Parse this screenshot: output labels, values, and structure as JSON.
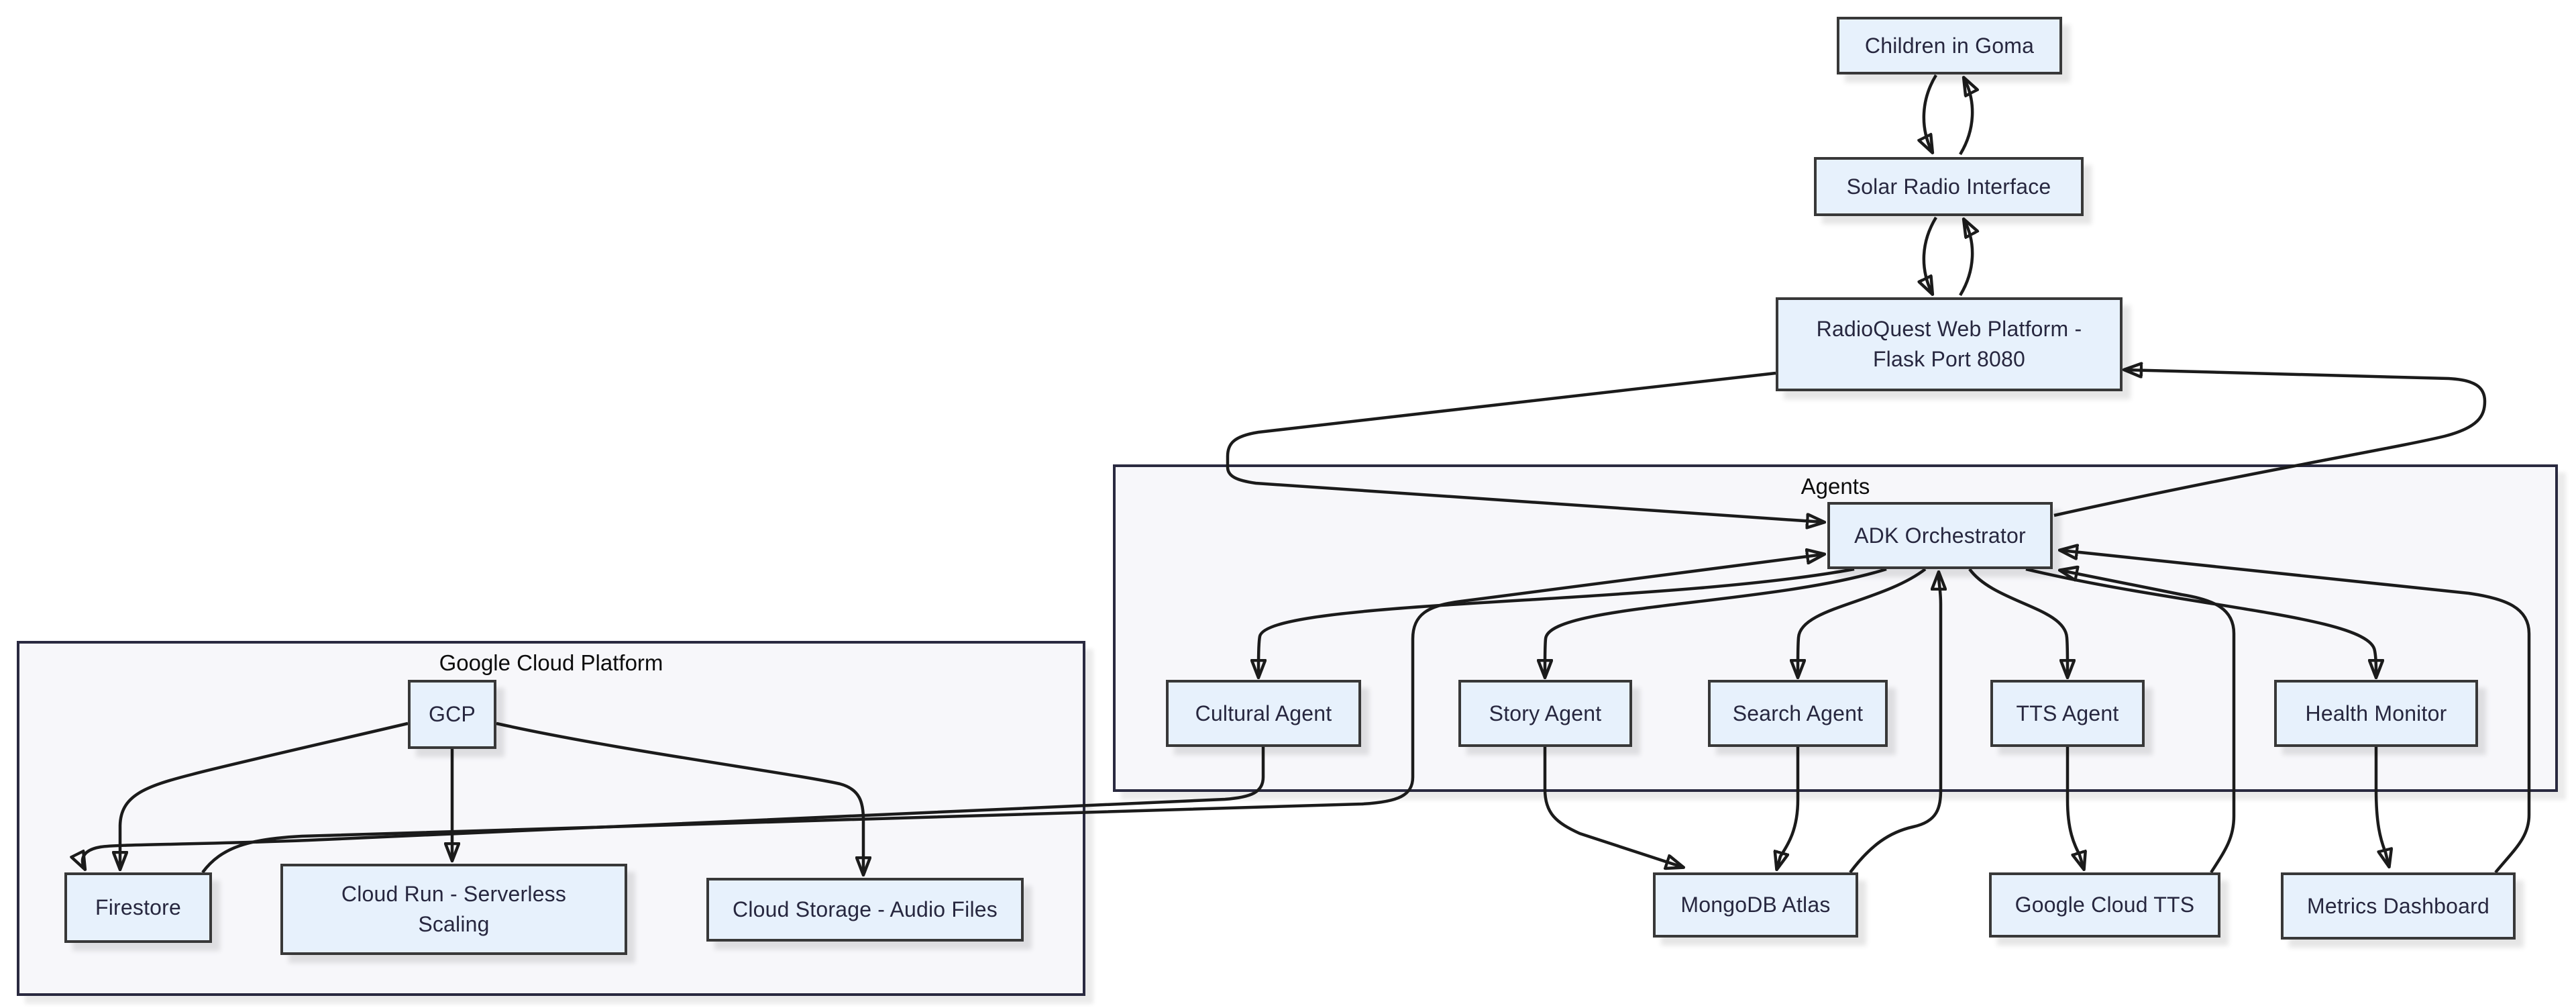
{
  "diagram_type": "flowchart",
  "containers": {
    "agents": {
      "label": "Agents"
    },
    "gcp_platform": {
      "label": "Google Cloud Platform"
    }
  },
  "nodes": {
    "children": {
      "label": "Children in Goma"
    },
    "solar": {
      "label": "Solar Radio Interface"
    },
    "web": {
      "line1": "RadioQuest Web Platform -",
      "line2": "Flask Port 8080"
    },
    "adk": {
      "label": "ADK Orchestrator"
    },
    "cultural": {
      "label": "Cultural Agent"
    },
    "story": {
      "label": "Story Agent"
    },
    "search": {
      "label": "Search Agent"
    },
    "tts": {
      "label": "TTS Agent"
    },
    "health": {
      "label": "Health Monitor"
    },
    "gcp": {
      "label": "GCP"
    },
    "firestore": {
      "label": "Firestore"
    },
    "cloudrun": {
      "line1": "Cloud Run - Serverless",
      "line2": "Scaling"
    },
    "cloudstorage": {
      "label": "Cloud Storage - Audio Files"
    },
    "mongodb": {
      "label": "MongoDB Atlas"
    },
    "gctts": {
      "label": "Google Cloud TTS"
    },
    "metrics": {
      "label": "Metrics Dashboard"
    }
  },
  "edges": [
    {
      "from": "Children in Goma",
      "to": "Solar Radio Interface"
    },
    {
      "from": "Solar Radio Interface",
      "to": "Children in Goma"
    },
    {
      "from": "Solar Radio Interface",
      "to": "RadioQuest Web Platform - Flask Port 8080"
    },
    {
      "from": "RadioQuest Web Platform - Flask Port 8080",
      "to": "Solar Radio Interface"
    },
    {
      "from": "RadioQuest Web Platform - Flask Port 8080",
      "to": "ADK Orchestrator"
    },
    {
      "from": "ADK Orchestrator",
      "to": "RadioQuest Web Platform - Flask Port 8080"
    },
    {
      "from": "ADK Orchestrator",
      "to": "Cultural Agent"
    },
    {
      "from": "ADK Orchestrator",
      "to": "Story Agent"
    },
    {
      "from": "ADK Orchestrator",
      "to": "Search Agent"
    },
    {
      "from": "ADK Orchestrator",
      "to": "TTS Agent"
    },
    {
      "from": "ADK Orchestrator",
      "to": "Health Monitor"
    },
    {
      "from": "Cultural Agent",
      "to": "Firestore"
    },
    {
      "from": "Firestore",
      "to": "ADK Orchestrator"
    },
    {
      "from": "GCP",
      "to": "Firestore"
    },
    {
      "from": "GCP",
      "to": "Cloud Run - Serverless Scaling"
    },
    {
      "from": "GCP",
      "to": "Cloud Storage - Audio Files"
    },
    {
      "from": "Story Agent",
      "to": "MongoDB Atlas"
    },
    {
      "from": "Search Agent",
      "to": "MongoDB Atlas"
    },
    {
      "from": "MongoDB Atlas",
      "to": "ADK Orchestrator"
    },
    {
      "from": "TTS Agent",
      "to": "Google Cloud TTS"
    },
    {
      "from": "Google Cloud TTS",
      "to": "ADK Orchestrator"
    },
    {
      "from": "Health Monitor",
      "to": "Metrics Dashboard"
    },
    {
      "from": "Metrics Dashboard",
      "to": "ADK Orchestrator"
    }
  ],
  "colors": {
    "background": "#ffffff",
    "node_fill": "#e7f1fc",
    "node_border": "#383838",
    "node_text": "#27273f",
    "cluster_fill": "#f7f7fa",
    "cluster_border": "#2a2a40",
    "edge": "#1b1b1b"
  }
}
